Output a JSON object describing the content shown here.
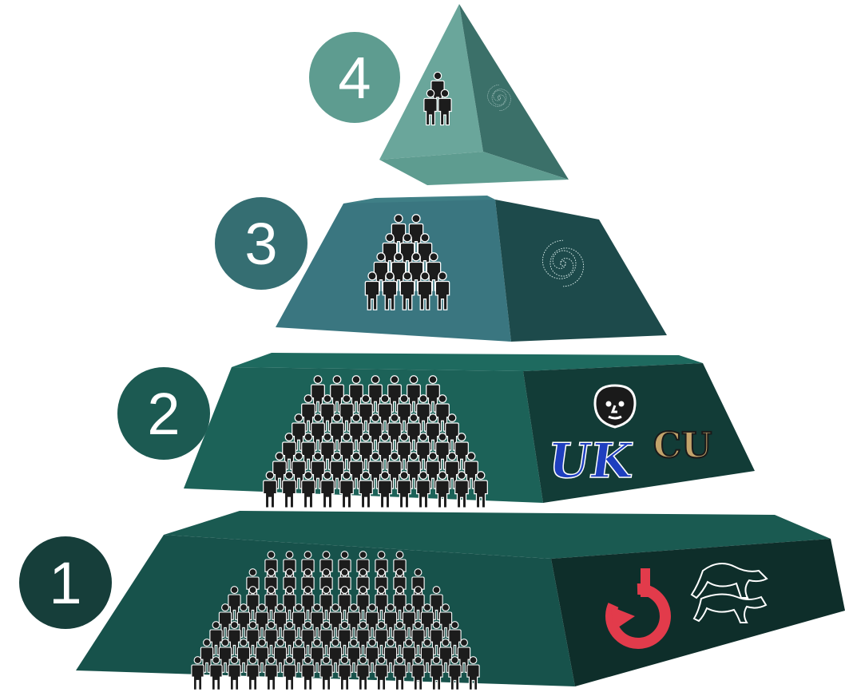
{
  "colors": {
    "tier1": {
      "top": "#1a5a51",
      "front": "#17524b",
      "side": "#0e2e2a",
      "badge": "#163e3a"
    },
    "tier2": {
      "top": "#1e6a5f",
      "front": "#1c6258",
      "side": "#123c37",
      "badge": "#1c5a52"
    },
    "tier3": {
      "top": "#3f7f86",
      "front": "#3a7680",
      "side": "#1d4a4b",
      "badge": "#356e72"
    },
    "tier4": {
      "top": "#6aa69b",
      "front": "#5e9c90",
      "side": "#3b7069",
      "badge": "#5e9c90"
    },
    "people": "#1c1c1c",
    "logo_uk": "#1f3fbf",
    "logo_cu": "#c2a36b",
    "logo_red": "#e23b4b"
  },
  "tiers": [
    {
      "label": "1",
      "group_icon": "large-crowd-icon",
      "logos": [
        "red-circle-logo-icon",
        "horses-logo-icon"
      ]
    },
    {
      "label": "2",
      "group_icon": "crowd-icon",
      "logos": [
        "face-logo-icon",
        "uk-logo-icon",
        "cu-logo-icon"
      ]
    },
    {
      "label": "3",
      "group_icon": "small-group-icon",
      "logos": [
        "spiral-galaxy-icon"
      ]
    },
    {
      "label": "4",
      "group_icon": "trio-icon",
      "logos": [
        "spiral-galaxy-icon"
      ]
    }
  ],
  "logo_text": {
    "uk": "UK",
    "cu": "CU"
  }
}
